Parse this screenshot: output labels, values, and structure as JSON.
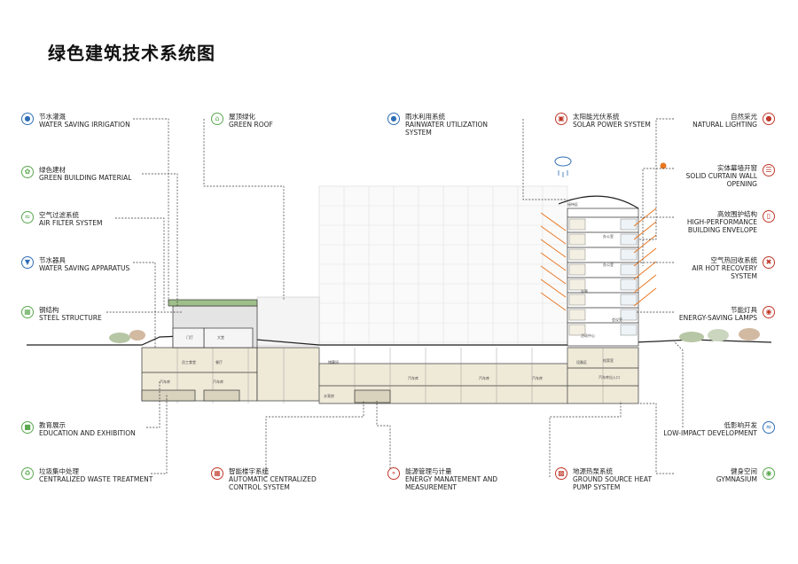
{
  "title": "绿色建筑技术系统图",
  "colors": {
    "green": "#5aa84f",
    "blue": "#2f6eb5",
    "red": "#c0392b",
    "sun": "#e87722"
  },
  "labels_left": [
    {
      "cn": "节水灌溉",
      "en": "WATER SAVING IRRIGATION",
      "icon": "water-drop-icon",
      "color": "#2f6eb5"
    },
    {
      "cn": "绿色建材",
      "en": "GREEN BUILDING MATERIAL",
      "icon": "leaf-icon",
      "color": "#5aa84f"
    },
    {
      "cn": "空气过滤系统",
      "en": "AIR FILTER SYSTEM",
      "icon": "air-filter-icon",
      "color": "#5aa84f"
    },
    {
      "cn": "节水器具",
      "en": "WATER SAVING APPARATUS",
      "icon": "faucet-icon",
      "color": "#2f6eb5"
    },
    {
      "cn": "钢结构",
      "en": "STEEL STRUCTURE",
      "icon": "steel-beam-icon",
      "color": "#5aa84f"
    },
    {
      "cn": "教育展示",
      "en": "EDUCATION AND EXHIBITION",
      "icon": "education-icon",
      "color": "#5aa84f"
    },
    {
      "cn": "垃圾集中处理",
      "en": "CENTRALIZED WASTE TREATMENT",
      "icon": "recycle-icon",
      "color": "#5aa84f"
    }
  ],
  "labels_top": [
    {
      "cn": "屋顶绿化",
      "en": "GREEN ROOF",
      "icon": "green-roof-icon",
      "color": "#5aa84f"
    },
    {
      "cn": "雨水利用系统",
      "en": "RAINWATER UTILIZATION SYSTEM",
      "icon": "rainwater-icon",
      "color": "#2f6eb5"
    },
    {
      "cn": "太阳能光伏系统",
      "en": "SOLAR POWER SYSTEM",
      "icon": "solar-panel-icon",
      "color": "#c0392b"
    }
  ],
  "labels_bottom": [
    {
      "cn": "智能楼宇系统",
      "en": "AUTOMATIC CENTRALIZED CONTROL SYSTEM",
      "icon": "smart-building-icon",
      "color": "#c0392b"
    },
    {
      "cn": "能源管理与计量",
      "en": "ENERGY MANATEMENT AND MEASUREMENT",
      "icon": "energy-meter-icon",
      "color": "#c0392b"
    },
    {
      "cn": "地源热泵系统",
      "en": "GROUND SOURCE HEAT PUMP SYSTEM",
      "icon": "heat-pump-icon",
      "color": "#c0392b"
    }
  ],
  "labels_right": [
    {
      "cn": "自然采光",
      "en": "NATURAL LIGHTING",
      "icon": "sun-icon",
      "color": "#c0392b"
    },
    {
      "cn": "实体幕墙开窗",
      "en": "SOLID CURTAIN WALL OPENING",
      "icon": "curtain-wall-icon",
      "color": "#c0392b"
    },
    {
      "cn": "高效围护结构",
      "en": "HIGH-PERFORMANCE BUILDING ENVELOPE",
      "icon": "envelope-icon",
      "color": "#c0392b"
    },
    {
      "cn": "空气热回收系统",
      "en": "AIR HOT RECOVERY SYSTEM",
      "icon": "heat-recovery-icon",
      "color": "#c0392b"
    },
    {
      "cn": "节能灯具",
      "en": "ENERGY-SAVING LAMPS",
      "icon": "lamp-icon",
      "color": "#c0392b"
    },
    {
      "cn": "低影响开发",
      "en": "LOW-IMPACT DEVELOPMENT",
      "icon": "low-impact-icon",
      "color": "#2f6eb5"
    },
    {
      "cn": "健身空间",
      "en": "GYMNASIUM",
      "icon": "gym-icon",
      "color": "#5aa84f"
    }
  ],
  "rooms": {
    "office": "办公室",
    "corridor": "走廊",
    "garage": "汽车库",
    "restaurant": "餐厅",
    "lobby": "门厅",
    "hall": "大堂",
    "activity": "活动中心",
    "equipment": "设备区",
    "storage": "储藏间",
    "canteen": "员工食堂",
    "pump": "水泵房",
    "meeting": "会议室",
    "reception": "接待区",
    "archive": "档案室",
    "parking": "汽车库出入口"
  }
}
